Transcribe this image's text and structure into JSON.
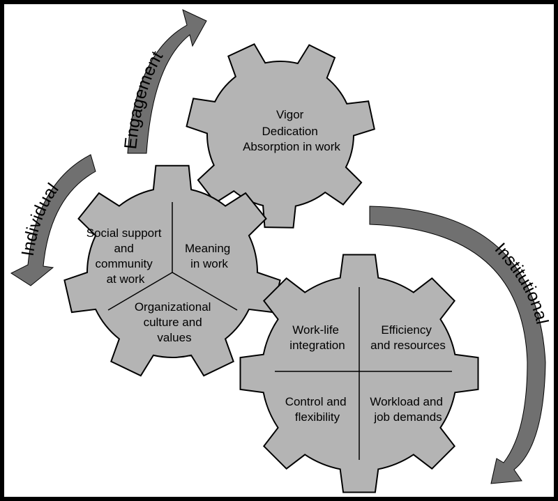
{
  "colors": {
    "frame": "#000000",
    "background": "#ffffff",
    "gear_fill": "#b4b4b4",
    "gear_stroke": "#000000",
    "arrow_fill": "#707070"
  },
  "arrows": {
    "engagement": "Engagement",
    "individual": "Individual",
    "institutional": "Institutional"
  },
  "engagement_gear": {
    "lines": [
      "Vigor",
      "Dedication",
      "Absorption in work"
    ]
  },
  "individual_gear": {
    "social_support": [
      "Social support",
      "and",
      "community",
      "at work"
    ],
    "meaning": [
      "Meaning",
      "in work"
    ],
    "culture": [
      "Organizational",
      "culture and",
      "values"
    ]
  },
  "institutional_gear": {
    "work_life": [
      "Work-life",
      "integration"
    ],
    "efficiency": [
      "Efficiency",
      "and resources"
    ],
    "control": [
      "Control and",
      "flexibility"
    ],
    "workload": [
      "Workload and",
      "job demands"
    ]
  }
}
